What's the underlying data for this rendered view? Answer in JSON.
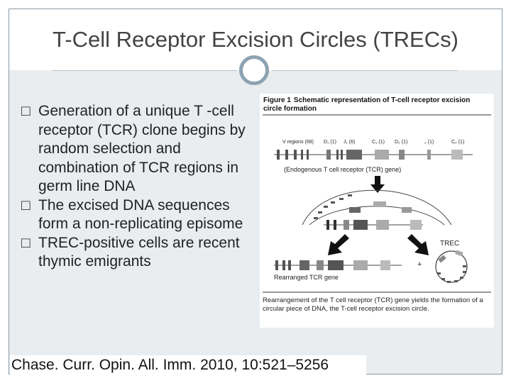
{
  "slide": {
    "title": "T-Cell Receptor Excision Circles (TRECs)",
    "bullet_glyph": "□",
    "bullets": [
      "Generation of a unique T -cell receptor (TCR) clone begins by random selection and combination of TCR regions in germ line DNA",
      "The excised DNA sequences form a non-replicating episome",
      "TREC-positive cells are recent thymic emigrants"
    ],
    "citation": "Chase. Curr. Opin. All. Imm. 2010, 10:521–5256"
  },
  "figure": {
    "title_num": "Figure 1",
    "title_text": "Schematic representation of T-cell receptor excision circle formation",
    "gene_labels": {
      "v": "V regions (68)",
      "d1": "D₁ (1)",
      "j1": "J₁ (6)",
      "c1": "C₁ (1)",
      "d2": "D₂ (1)",
      "j2": "₂ (1)",
      "c2": "C₂ (1)"
    },
    "endogenous_label": "(Endogenous T cell receptor (TCR) gene)",
    "trec_label": "TREC",
    "rearranged_label": "Rearranged TCR gene",
    "plus_sign": "+",
    "caption": "Rearrangement of the T cell receptor (TCR) gene yields the formation of a circular piece of DNA, the T-cell receptor excision circle.",
    "colors": {
      "dark_block": "#555555",
      "mid_block": "#888888",
      "light_block": "#bbbbbb",
      "arrow": "#111111"
    }
  }
}
